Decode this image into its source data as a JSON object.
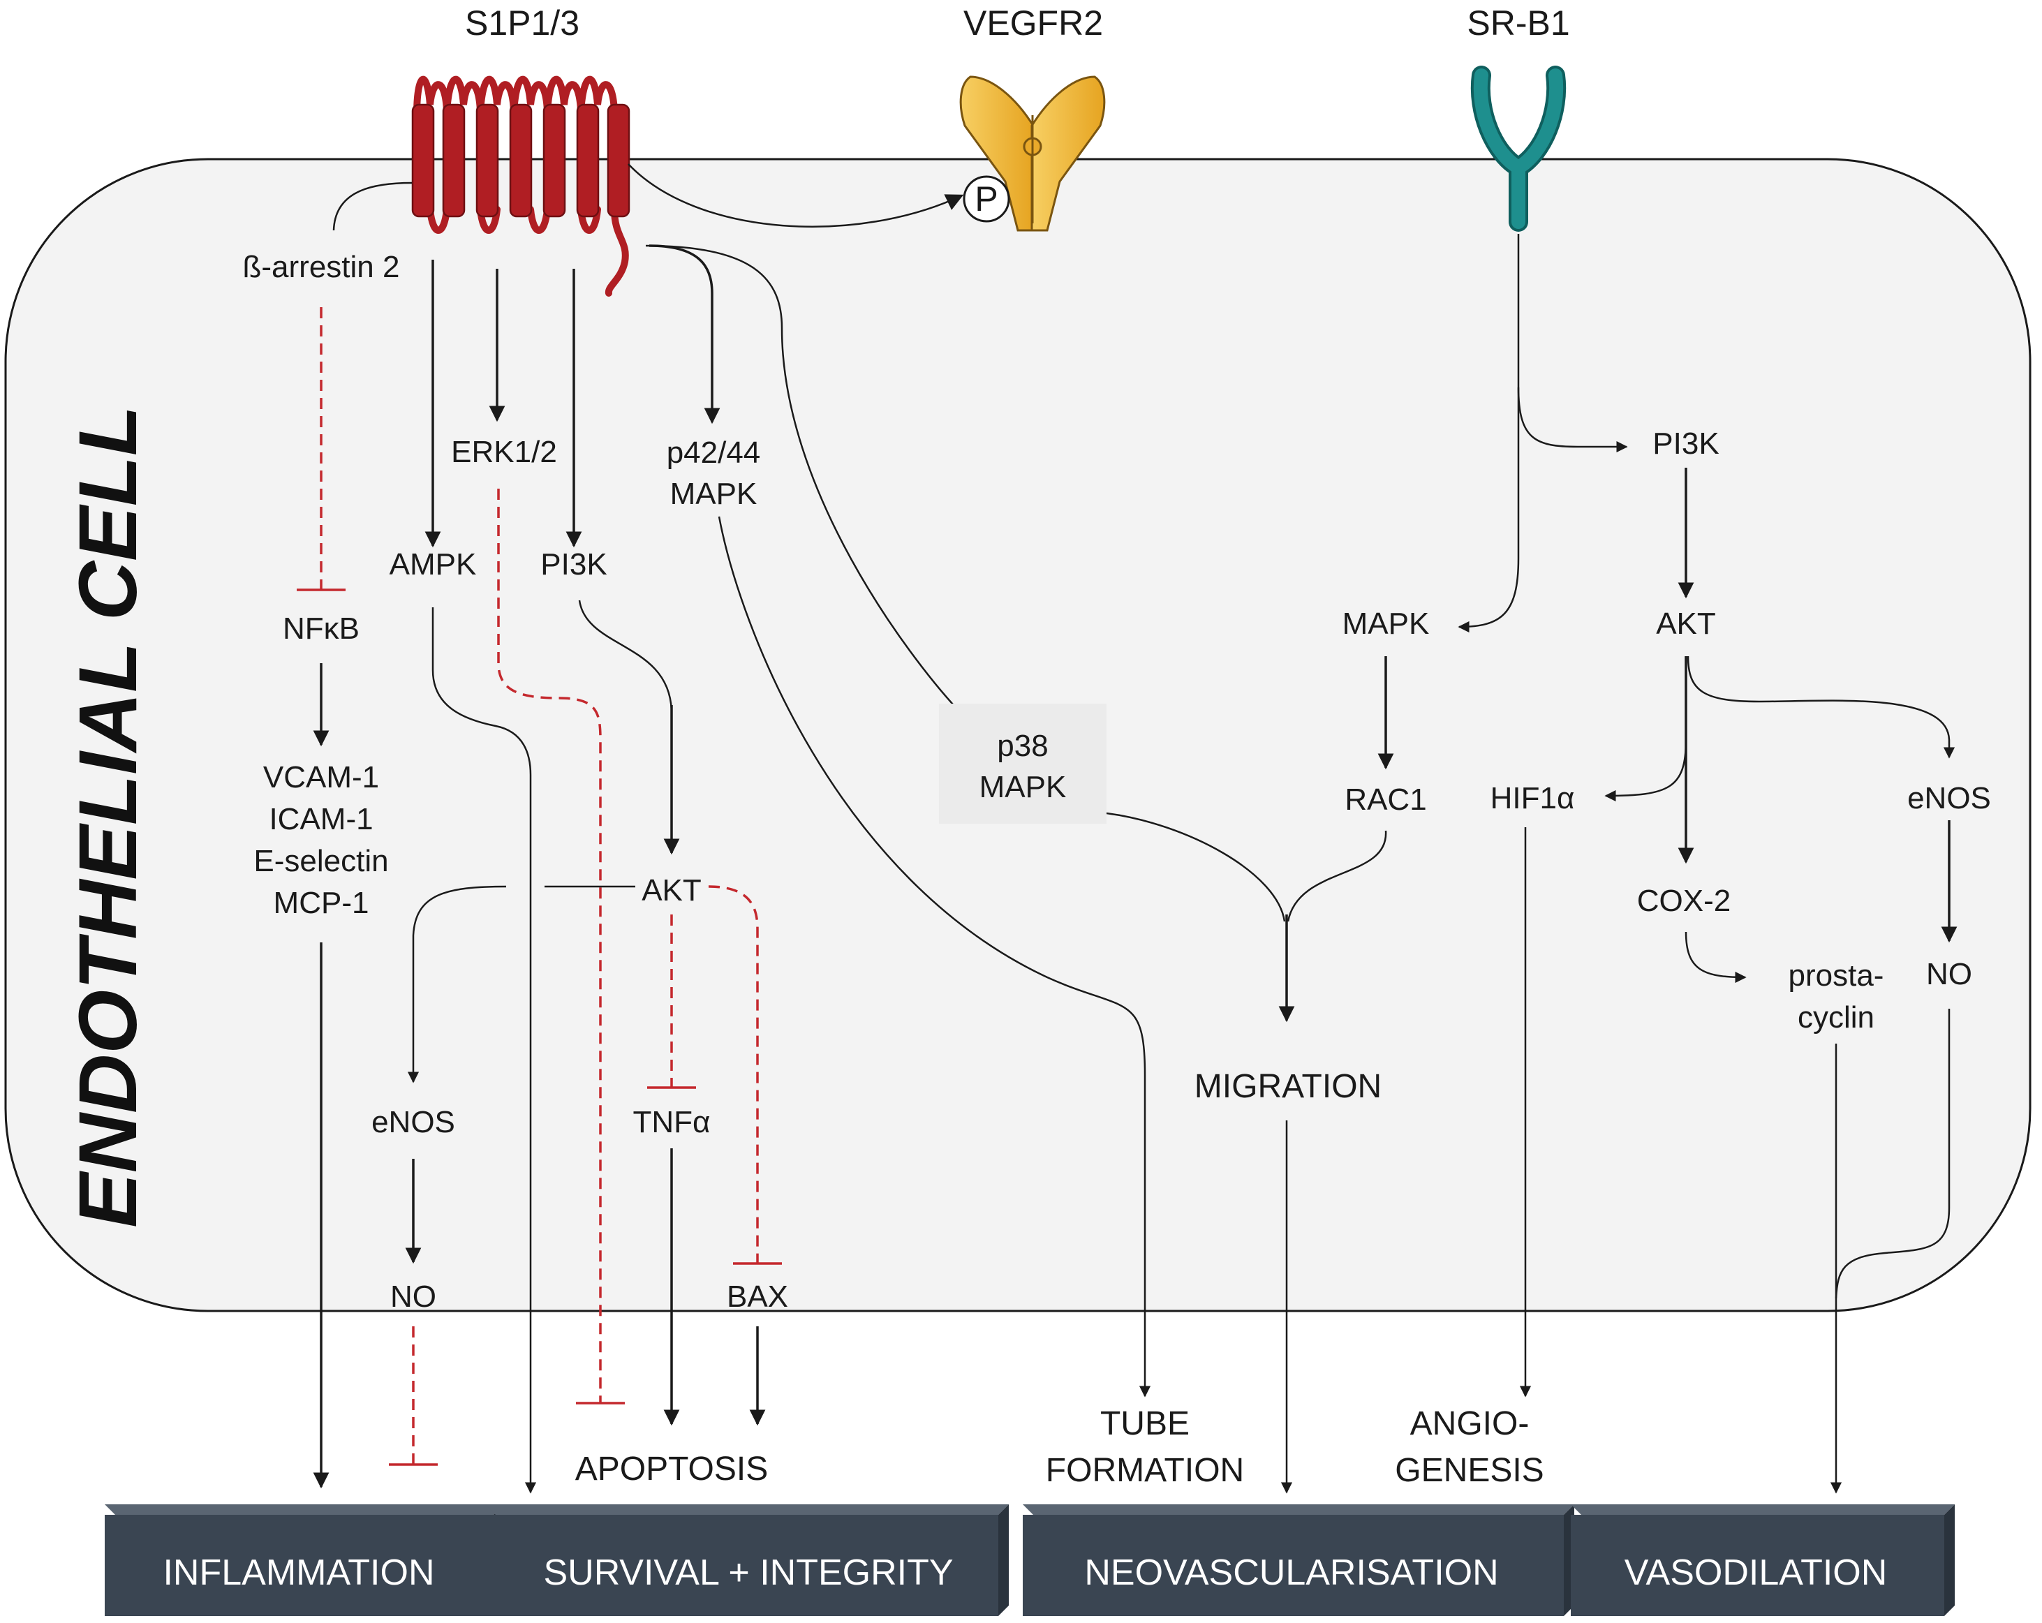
{
  "cell": {
    "title": "ENDOTHELIAL CELL"
  },
  "receptors": {
    "s1p": "S1P1/3",
    "vegfr2": "VEGFR2",
    "srb1": "SR-B1",
    "phospho": "P"
  },
  "nodes": {
    "b_arrestin": "ß-arrestin 2",
    "nfkb": "NFκB",
    "adhesion": [
      "VCAM-1",
      "ICAM-1",
      "E-selectin",
      "MCP-1"
    ],
    "ampk": "AMPK",
    "erk": "ERK1/2",
    "pi3k_left": "PI3K",
    "p4244": [
      "p42/44",
      "MAPK"
    ],
    "p38": [
      "p38",
      "MAPK"
    ],
    "akt_left": "AKT",
    "enos_left": "eNOS",
    "no_left": "NO",
    "tnfa": "TNFα",
    "bax": "BAX",
    "apoptosis": "APOPTOSIS",
    "tube_formation": [
      "TUBE",
      "FORMATION"
    ],
    "migration": "MIGRATION",
    "mapk_right": "MAPK",
    "rac1": "RAC1",
    "pi3k_right": "PI3K",
    "akt_right": "AKT",
    "hif1a": "HIF1α",
    "cox2": "COX-2",
    "prostacyclin": [
      "prosta-",
      "cyclin"
    ],
    "enos_right": "eNOS",
    "no_right": "NO",
    "angiogenesis": [
      "ANGIO-",
      "GENESIS"
    ]
  },
  "outcomes": [
    "INFLAMMATION",
    "SURVIVAL + INTEGRITY",
    "NEOVASCULARISATION",
    "VASODILATION"
  ],
  "colors": {
    "cell_fill": "#f3f3f3",
    "cell_stroke": "#1a1a1a",
    "s1p_receptor": "#b01e23",
    "vegfr2": "#f1b434",
    "srb1": "#1e8f8e",
    "inhibition": "#c4282d",
    "outcome_box": "#3a4552"
  }
}
